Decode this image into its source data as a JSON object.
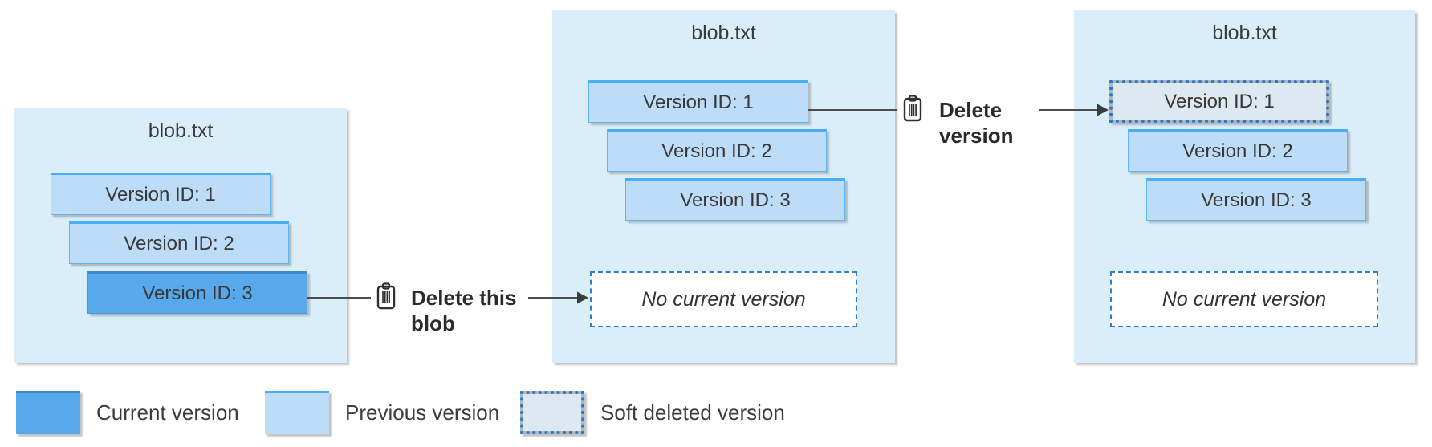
{
  "panels": [
    {
      "title": "blob.txt",
      "versions": [
        {
          "label": "Version ID: 1",
          "state": "previous"
        },
        {
          "label": "Version ID: 2",
          "state": "previous"
        },
        {
          "label": "Version ID: 3",
          "state": "current"
        }
      ]
    },
    {
      "title": "blob.txt",
      "versions": [
        {
          "label": "Version ID: 1",
          "state": "previous"
        },
        {
          "label": "Version ID: 2",
          "state": "previous"
        },
        {
          "label": "Version ID: 3",
          "state": "previous"
        }
      ],
      "placeholder": "No current version"
    },
    {
      "title": "blob.txt",
      "versions": [
        {
          "label": "Version ID: 1",
          "state": "soft-deleted"
        },
        {
          "label": "Version ID: 2",
          "state": "previous"
        },
        {
          "label": "Version ID: 3",
          "state": "previous"
        }
      ],
      "placeholder": "No current version"
    }
  ],
  "actions": [
    {
      "line1": "Delete this",
      "line2": "blob",
      "icon": "trash-icon"
    },
    {
      "line1": "Delete",
      "line2": "version",
      "icon": "trash-icon"
    }
  ],
  "legend": [
    {
      "label": "Current version",
      "style": "current"
    },
    {
      "label": "Previous version",
      "style": "previous"
    },
    {
      "label": "Soft deleted version",
      "style": "soft-deleted"
    }
  ],
  "colors": {
    "current": "#57a9ec",
    "previous": "#bddcf7",
    "soft_deleted_fill": "#dde8f0",
    "panel_background": "#daeef9",
    "dashed_border": "#2a7fd4",
    "dotted_border": "#1e7ad6",
    "text": "#3a3a3a"
  }
}
